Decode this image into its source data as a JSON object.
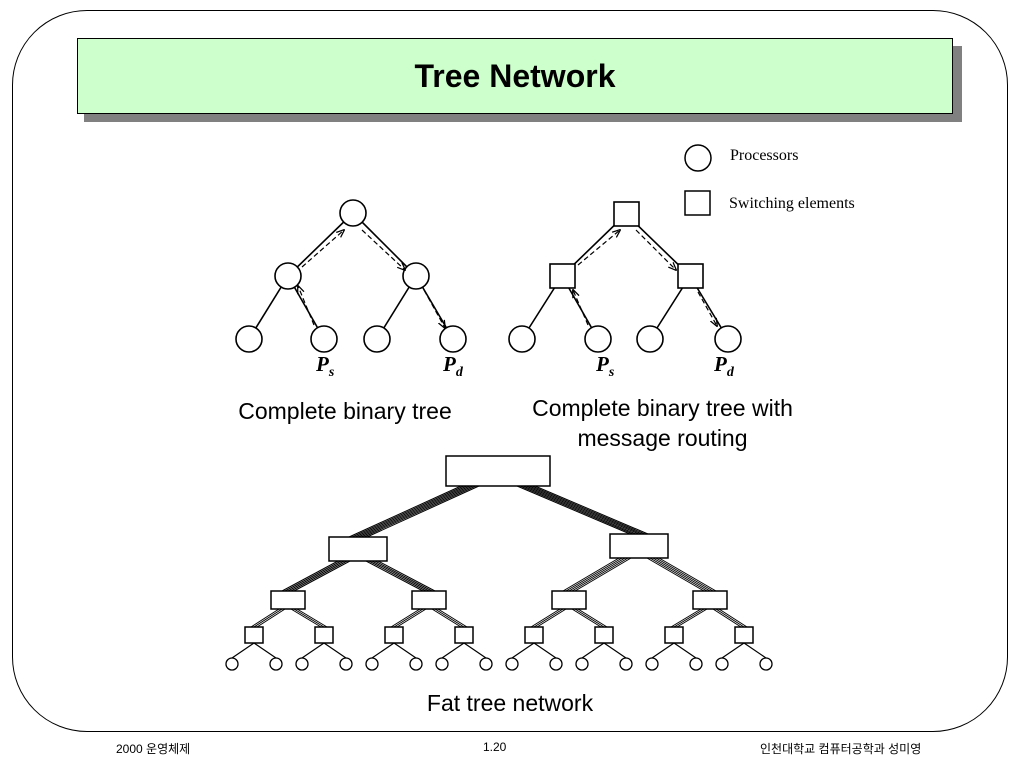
{
  "title": "Tree Network",
  "legend": {
    "processors": "Processors",
    "switching": "Switching elements"
  },
  "tree1": {
    "caption": "Complete binary tree",
    "ps": "P",
    "ps_sub": "s",
    "pd": "P",
    "pd_sub": "d"
  },
  "tree2": {
    "caption_line1": "Complete binary tree with",
    "caption_line2": "message routing",
    "ps": "P",
    "ps_sub": "s",
    "pd": "P",
    "pd_sub": "d"
  },
  "fat_tree": {
    "caption": "Fat tree network"
  },
  "footer": {
    "left": "2000 운영체제",
    "center": "1.20",
    "right": "인천대학교 컴퓨터공학과 성미영"
  }
}
